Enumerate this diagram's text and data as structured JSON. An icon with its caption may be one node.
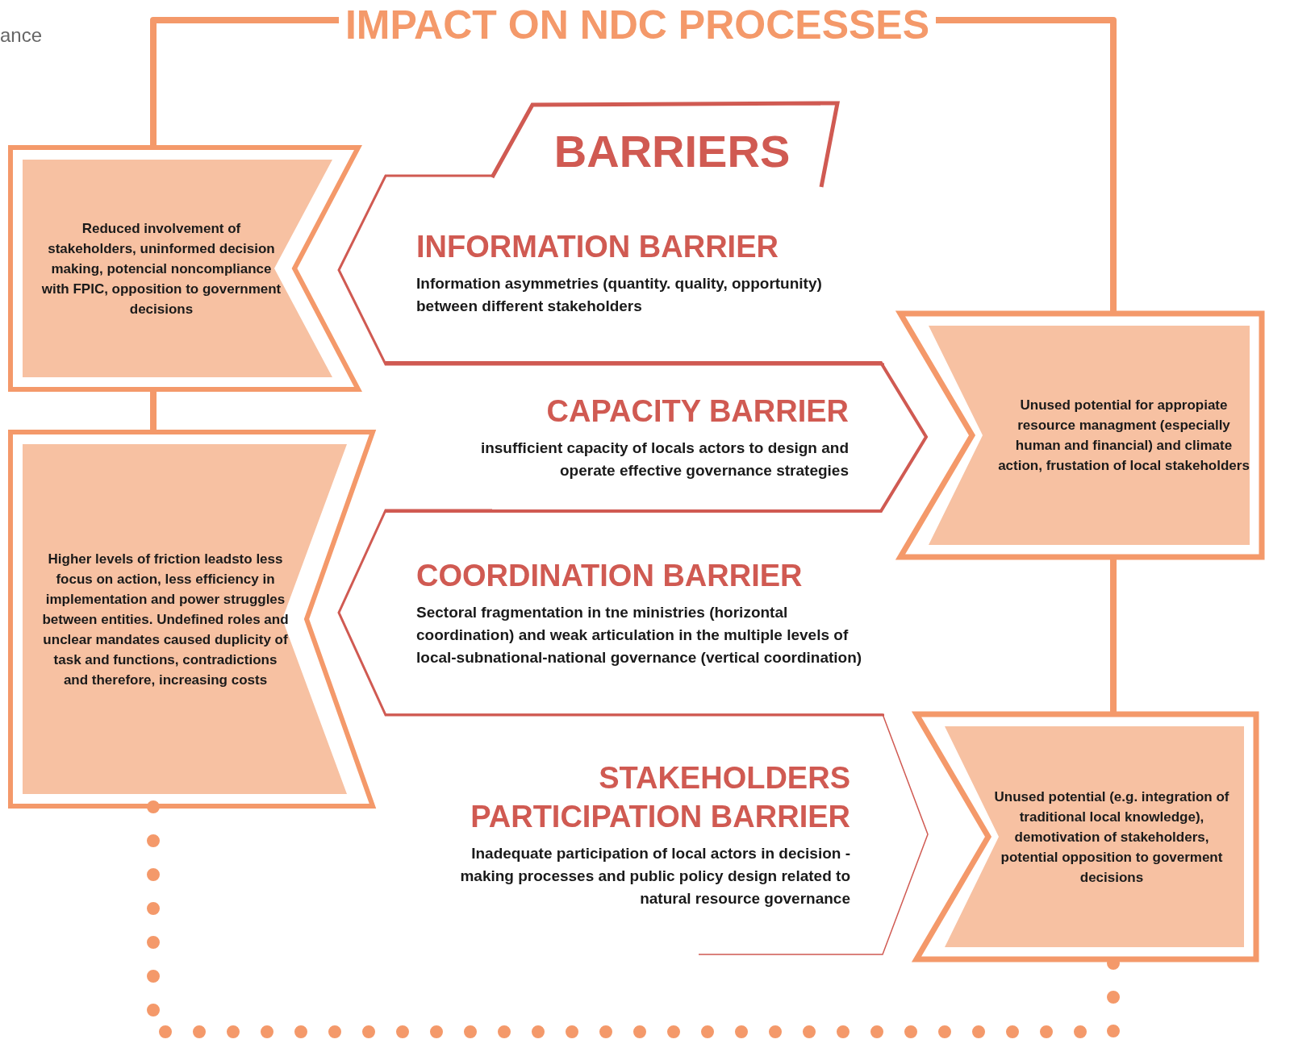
{
  "diagram": {
    "title": "IMPACT ON NDC PROCESSES",
    "nodes": [
      {
        "text": [
          "BARRIERS"
        ]
      },
      {
        "text": [
          "Reduced involvement of stakeholders, uninformed decision making, potencial noncompliance with FPIC, opposition to government decisions"
        ]
      },
      {
        "text": [
          "INFORMATION BARRIER",
          "Information asymmetries (quantity. quality, opportunity) between different stakeholders"
        ]
      },
      {
        "text": [
          "Unused potential for appropiate resource managment (especially human and financial) and climate action, frustation of local stakeholders"
        ]
      },
      {
        "text": [
          "CAPACITY BARRIER",
          "insufficient capacity of locals actors to design and operate effective governance strategies"
        ]
      },
      {
        "text": [
          "Higher levels of friction leadsto less focus on action, less efficiency in implementation and power struggles between entities. Undefined roles and unclear mandates caused duplicity of task and functions, contradictions and therefore, increasing costs"
        ]
      },
      {
        "text": [
          "COORDINATION BARRIER",
          "Sectoral fragmentation in tne ministries (horizontal coordination) and weak articulation in the multiple levels of local-subnational-national governance (vertical coordination)"
        ]
      },
      {
        "text": [
          "STAKEHOLDERS PARTICIPATION BARRIER",
          "Inadequate participation of local actors in decision -making processes and public policy design related to natural resource governance"
        ]
      },
      {
        "text": [
          "Unused potential (e.g. integration of traditional local knowledge), demotivation of stakeholders, potential opposition to goverment decisions"
        ]
      }
    ],
    "edges": [
      {
        "from": 1,
        "to": 3,
        "arrow": "none"
      },
      {
        "from": 1,
        "to": 5,
        "arrow": "none"
      },
      {
        "from": 3,
        "to": 8,
        "arrow": "none"
      },
      {
        "from": 5,
        "to": 8,
        "arrow": "none",
        "style": "dashed"
      }
    ],
    "labels": [
      "ance"
    ]
  }
}
